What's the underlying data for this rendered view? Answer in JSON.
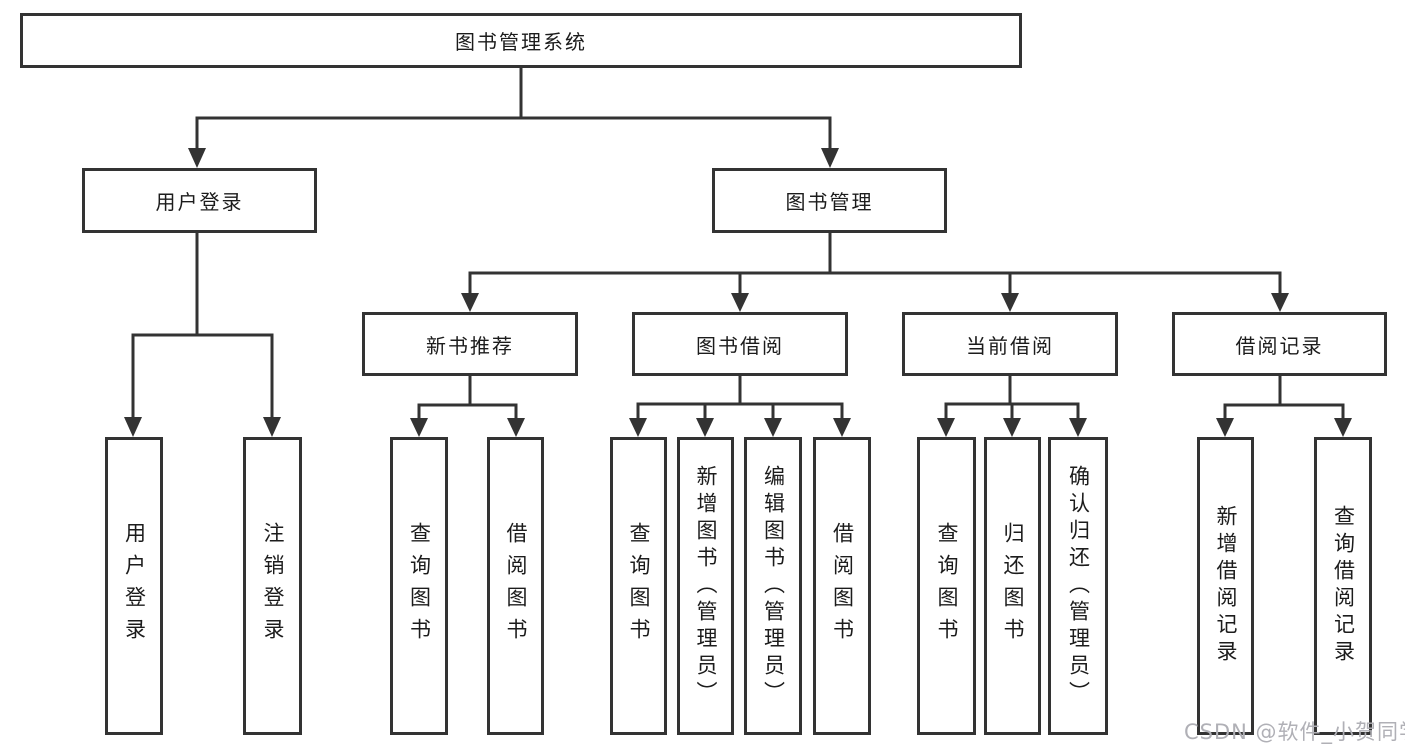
{
  "diagram": {
    "root": {
      "label": "图书管理系统"
    },
    "level2": [
      {
        "label": "用户登录"
      },
      {
        "label": "图书管理"
      }
    ],
    "level3": [
      {
        "label": "新书推荐"
      },
      {
        "label": "图书借阅"
      },
      {
        "label": "当前借阅"
      },
      {
        "label": "借阅记录"
      }
    ],
    "leaves": [
      {
        "label": "用户登录"
      },
      {
        "label": "注销登录"
      },
      {
        "label": "查询图书"
      },
      {
        "label": "借阅图书"
      },
      {
        "label": "查询图书"
      },
      {
        "label": "新增图书（管理员）"
      },
      {
        "label": "编辑图书（管理员）"
      },
      {
        "label": "借阅图书"
      },
      {
        "label": "查询图书"
      },
      {
        "label": "归还图书"
      },
      {
        "label": "确认归还（管理员）"
      },
      {
        "label": "新增借阅记录"
      },
      {
        "label": "查询借阅记录"
      }
    ],
    "watermark": "CSDN @软件_小贺同学",
    "colors": {
      "line": "#333333",
      "text": "#1c1c1c",
      "watermark": "#b0b0b6",
      "background": "#ffffff"
    }
  }
}
